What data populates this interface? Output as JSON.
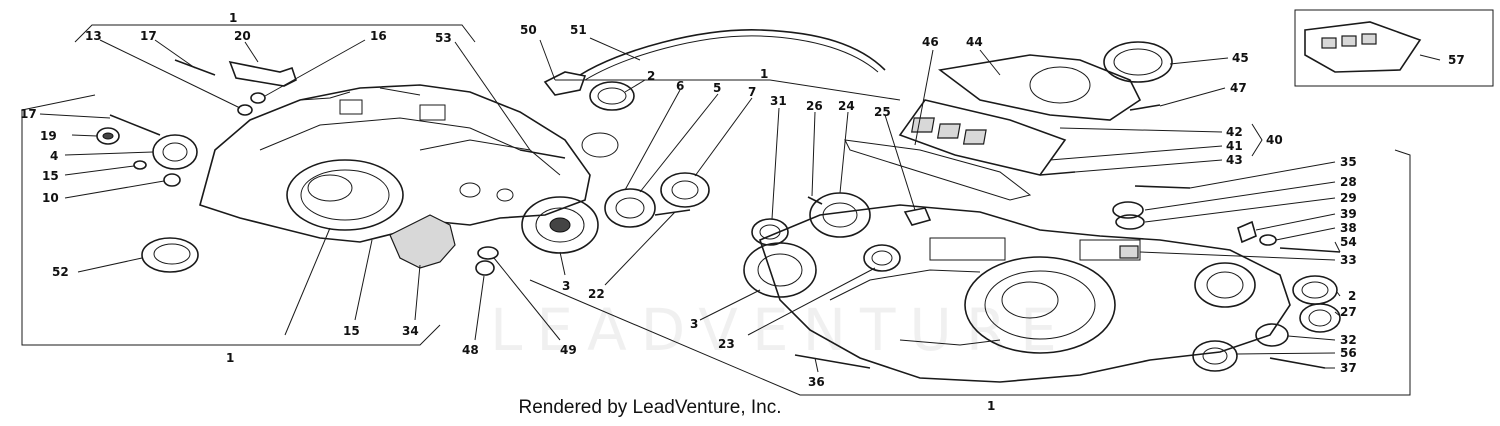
{
  "watermark": "LEADVENTURE",
  "footer": "Rendered by LeadVenture, Inc.",
  "callouts": {
    "c1a": "1",
    "c1b": "1",
    "c1c": "1",
    "c1d": "1",
    "c2a": "2",
    "c2b": "2",
    "c3a": "3",
    "c3b": "3",
    "c4": "4",
    "c5": "5",
    "c6": "6",
    "c7": "7",
    "c10": "10",
    "c13": "13",
    "c15a": "15",
    "c15b": "15",
    "c16": "16",
    "c17a": "17",
    "c17b": "17",
    "c19": "19",
    "c20": "20",
    "c22": "22",
    "c23": "23",
    "c24": "24",
    "c25": "25",
    "c26": "26",
    "c27": "27",
    "c28": "28",
    "c29": "29",
    "c31": "31",
    "c32": "32",
    "c33": "33",
    "c34": "34",
    "c35": "35",
    "c36": "36",
    "c37": "37",
    "c38": "38",
    "c39": "39",
    "c40": "40",
    "c41": "41",
    "c42": "42",
    "c43": "43",
    "c44": "44",
    "c45": "45",
    "c46": "46",
    "c47": "47",
    "c48": "48",
    "c49": "49",
    "c50": "50",
    "c51": "51",
    "c52": "52",
    "c53": "53",
    "c54": "54",
    "c56": "56",
    "c57": "57"
  }
}
